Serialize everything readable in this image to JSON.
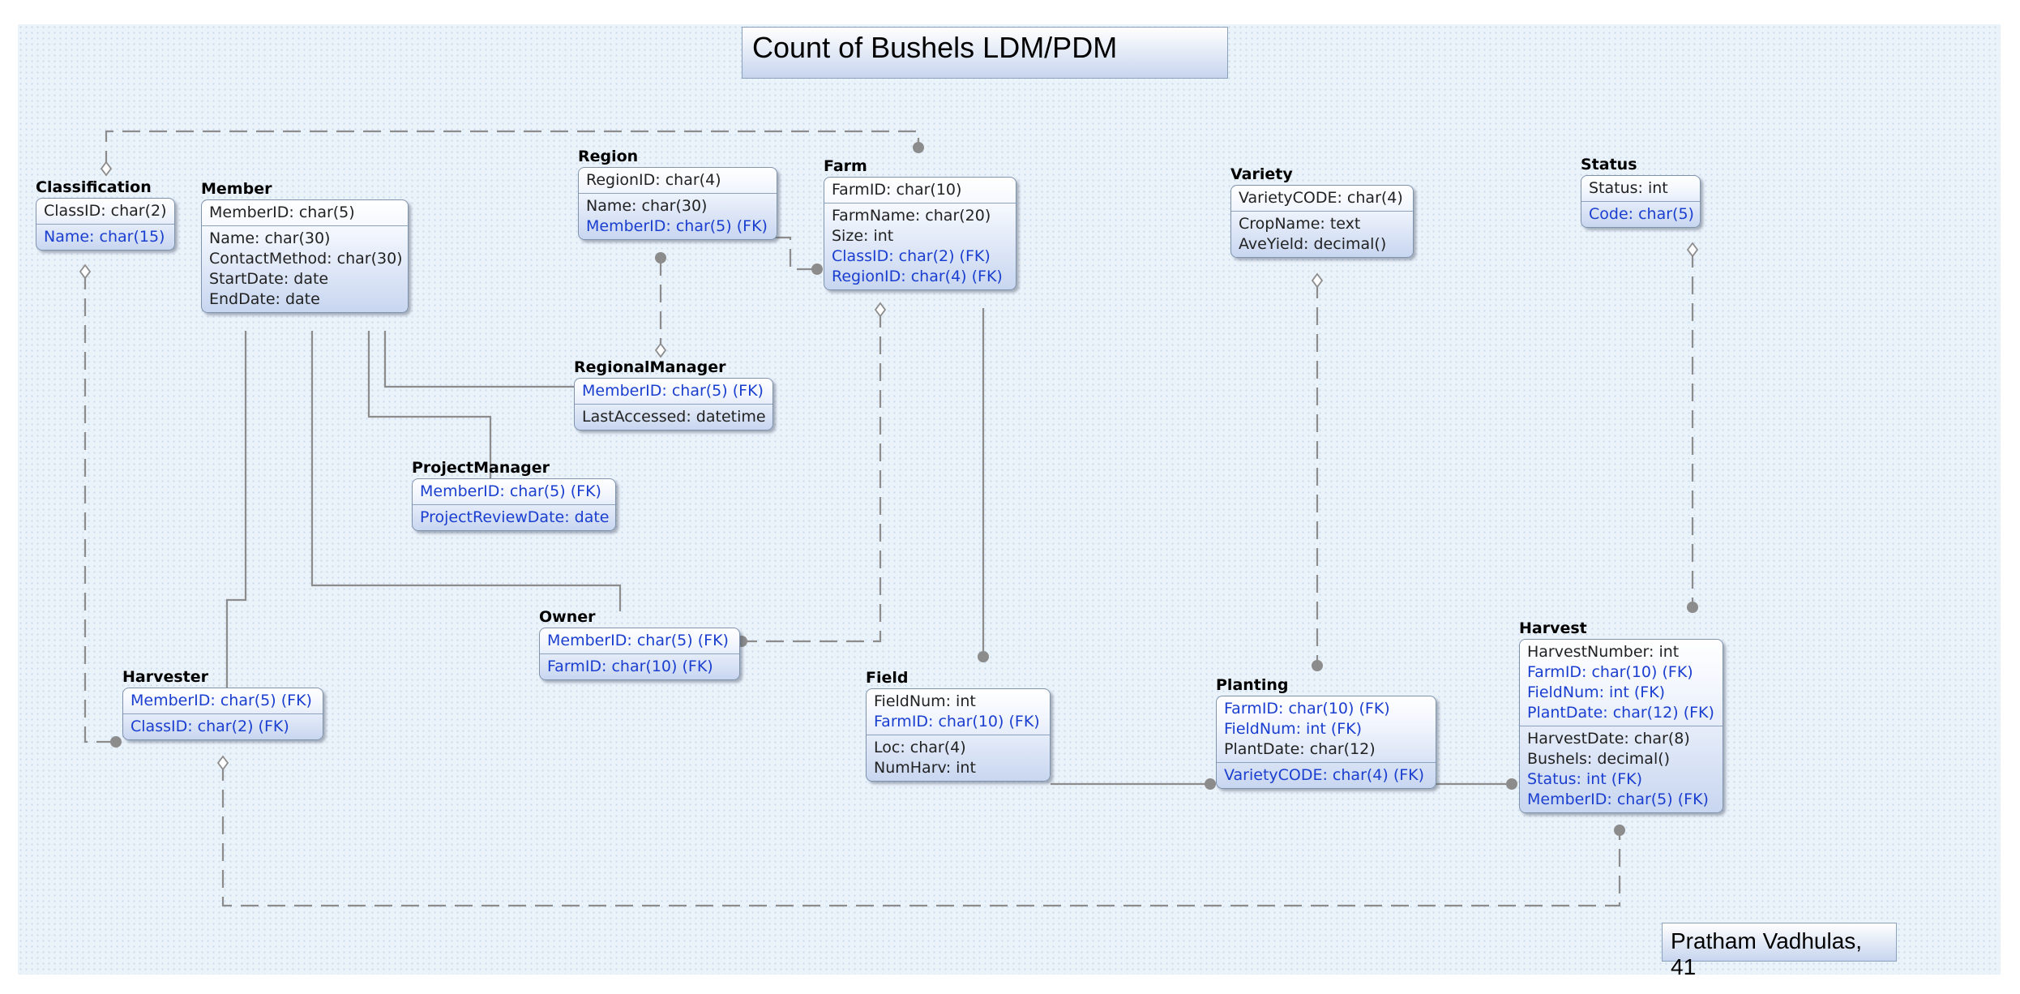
{
  "title": "Count of Bushels LDM/PDM",
  "author": "Pratham Vadhulas, 41",
  "entities": {
    "classification": {
      "name": "Classification",
      "keys": [
        {
          "text": "ClassID: char(2)",
          "fk": false
        }
      ],
      "attrs": [
        {
          "text": "Name: char(15)",
          "fk": true
        }
      ]
    },
    "member": {
      "name": "Member",
      "keys": [
        {
          "text": "MemberID: char(5)",
          "fk": false
        }
      ],
      "attrs": [
        {
          "text": "Name: char(30)",
          "fk": false
        },
        {
          "text": "ContactMethod: char(30)",
          "fk": false
        },
        {
          "text": "StartDate: date",
          "fk": false
        },
        {
          "text": "EndDate: date",
          "fk": false
        }
      ]
    },
    "region": {
      "name": "Region",
      "keys": [
        {
          "text": "RegionID: char(4)",
          "fk": false
        }
      ],
      "attrs": [
        {
          "text": "Name: char(30)",
          "fk": false
        },
        {
          "text": "MemberID: char(5) (FK)",
          "fk": true
        }
      ]
    },
    "farm": {
      "name": "Farm",
      "keys": [
        {
          "text": "FarmID: char(10)",
          "fk": false
        }
      ],
      "attrs": [
        {
          "text": "FarmName: char(20)",
          "fk": false
        },
        {
          "text": "Size: int",
          "fk": false
        },
        {
          "text": "ClassID: char(2) (FK)",
          "fk": true
        },
        {
          "text": "RegionID: char(4) (FK)",
          "fk": true
        }
      ]
    },
    "variety": {
      "name": "Variety",
      "keys": [
        {
          "text": "VarietyCODE: char(4)",
          "fk": false
        }
      ],
      "attrs": [
        {
          "text": "CropName: text",
          "fk": false
        },
        {
          "text": "AveYield: decimal()",
          "fk": false
        }
      ]
    },
    "status": {
      "name": "Status",
      "keys": [
        {
          "text": "Status: int",
          "fk": false
        }
      ],
      "attrs": [
        {
          "text": "Code: char(5)",
          "fk": true
        }
      ]
    },
    "regionalmanager": {
      "name": "RegionalManager",
      "keys": [
        {
          "text": "MemberID: char(5) (FK)",
          "fk": true
        }
      ],
      "attrs": [
        {
          "text": "LastAccessed: datetime",
          "fk": false
        }
      ]
    },
    "projectmanager": {
      "name": "ProjectManager",
      "keys": [
        {
          "text": "MemberID: char(5) (FK)",
          "fk": true
        }
      ],
      "attrs": [
        {
          "text": "ProjectReviewDate: date",
          "fk": true
        }
      ]
    },
    "owner": {
      "name": "Owner",
      "keys": [
        {
          "text": "MemberID: char(5) (FK)",
          "fk": true
        }
      ],
      "attrs": [
        {
          "text": "FarmID: char(10) (FK)",
          "fk": true
        }
      ]
    },
    "harvester": {
      "name": "Harvester",
      "keys": [
        {
          "text": "MemberID: char(5) (FK)",
          "fk": true
        }
      ],
      "attrs": [
        {
          "text": "ClassID: char(2) (FK)",
          "fk": true
        }
      ]
    },
    "field": {
      "name": "Field",
      "keys": [
        {
          "text": "FieldNum: int",
          "fk": false
        },
        {
          "text": "FarmID: char(10) (FK)",
          "fk": true
        }
      ],
      "attrs": [
        {
          "text": "Loc: char(4)",
          "fk": false
        },
        {
          "text": "NumHarv: int",
          "fk": false
        }
      ]
    },
    "planting": {
      "name": "Planting",
      "keys": [
        {
          "text": "FarmID: char(10) (FK)",
          "fk": true
        },
        {
          "text": "FieldNum: int (FK)",
          "fk": true
        },
        {
          "text": "PlantDate: char(12)",
          "fk": false
        }
      ],
      "attrs": [
        {
          "text": "VarietyCODE: char(4) (FK)",
          "fk": true
        }
      ]
    },
    "harvest": {
      "name": "Harvest",
      "keys": [
        {
          "text": "HarvestNumber: int",
          "fk": false
        },
        {
          "text": "FarmID: char(10) (FK)",
          "fk": true
        },
        {
          "text": "FieldNum: int (FK)",
          "fk": true
        },
        {
          "text": "PlantDate: char(12) (FK)",
          "fk": true
        }
      ],
      "attrs": [
        {
          "text": "HarvestDate: char(8)",
          "fk": false
        },
        {
          "text": "Bushels: decimal()",
          "fk": false
        },
        {
          "text": "Status: int (FK)",
          "fk": true
        },
        {
          "text": "MemberID: char(5) (FK)",
          "fk": true
        }
      ]
    }
  },
  "colors": {
    "canvas": "#eaf2fa",
    "fk_text": "#1a3ecf",
    "line": "#8c8c8c",
    "border": "#7f93ad"
  }
}
